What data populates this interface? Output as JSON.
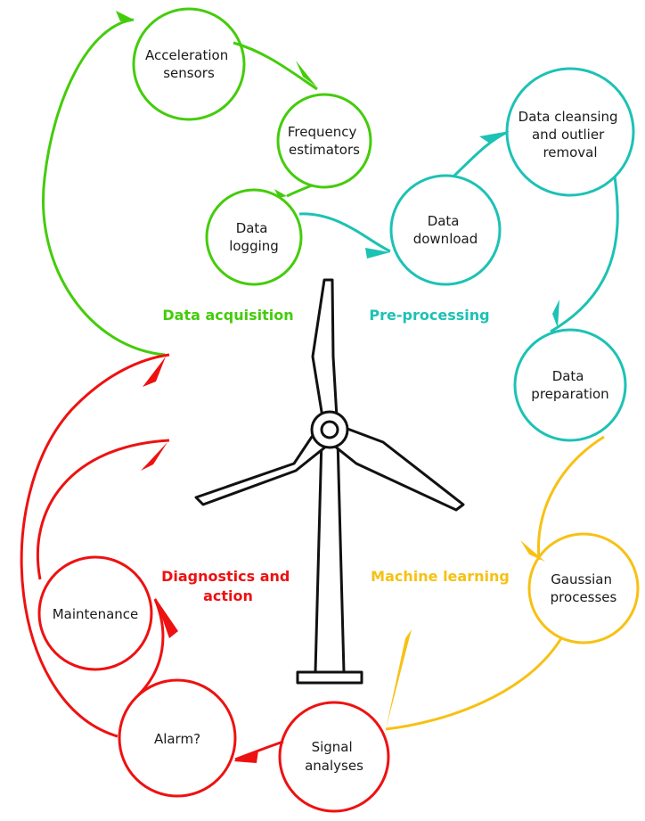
{
  "colors": {
    "acquisition": "#44cc0b",
    "preprocessing": "#1cc2b4",
    "learning": "#f7c114",
    "diagnostics": "#ee1111",
    "turbine": "#111111"
  },
  "phases": {
    "acquisition": "Data acquisition",
    "preprocessing": "Pre-processing",
    "learning": "Machine learning",
    "diagnostics": [
      "Diagnostics and",
      "action"
    ]
  },
  "nodes": {
    "acceleration_sensors": [
      "Acceleration",
      "sensors"
    ],
    "frequency_estimators": [
      "Frequency",
      "estimators"
    ],
    "data_logging": [
      "Data",
      "logging"
    ],
    "data_download": [
      "Data",
      "download"
    ],
    "data_cleansing": [
      "Data cleansing",
      "and outlier",
      "removal"
    ],
    "data_preparation": [
      "Data",
      "preparation"
    ],
    "gaussian_processes": [
      "Gaussian",
      "processes"
    ],
    "signal_analyses": [
      "Signal",
      "analyses"
    ],
    "alarm": [
      "Alarm?"
    ],
    "maintenance": [
      "Maintenance"
    ]
  },
  "icons": {
    "turbine": "wind-turbine-icon"
  }
}
